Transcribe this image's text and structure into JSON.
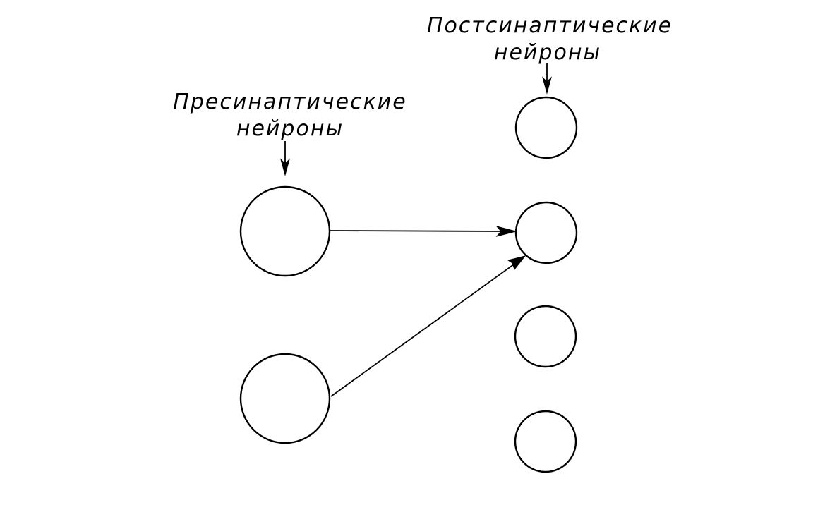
{
  "labels": {
    "presynaptic_line1": "Пресинаптические",
    "presynaptic_line2": "нейроны",
    "postsynaptic_line1": "Постсинаптические",
    "postsynaptic_line2": "нейроны"
  },
  "colors": {
    "stroke": "#000000",
    "background": "#ffffff"
  }
}
